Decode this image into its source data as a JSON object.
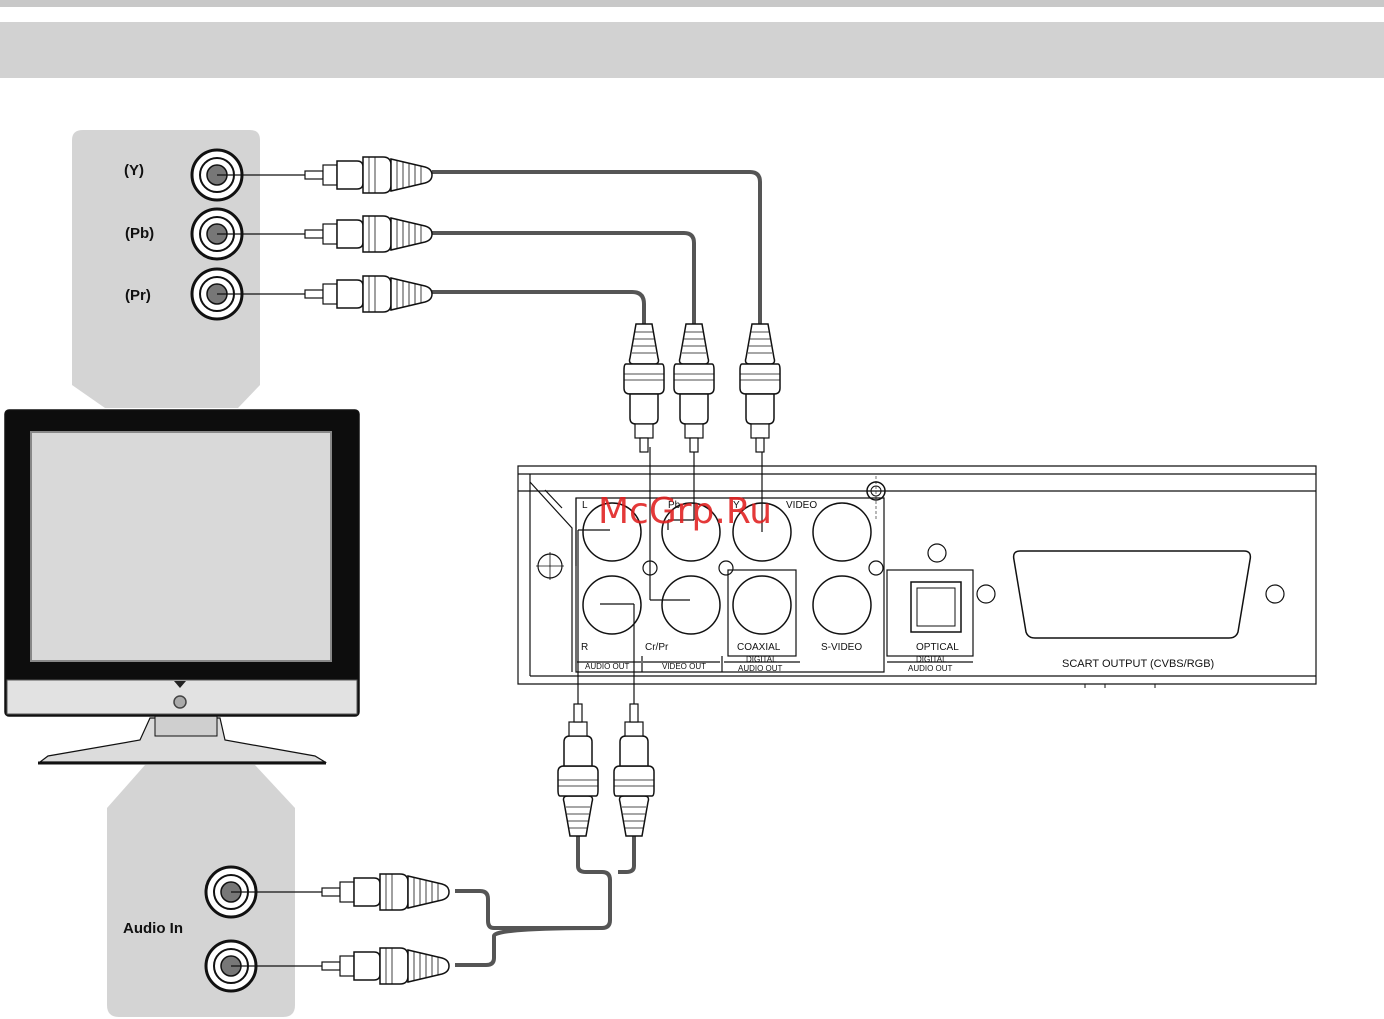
{
  "tv_component_inputs": [
    "(Y)",
    "(Pb)",
    "(Pr)"
  ],
  "tv_audio_label": "Audio In",
  "player": {
    "jack_labels": {
      "l": "L",
      "pb": "Pb",
      "y": "Y",
      "video": "VIDEO",
      "r": "R",
      "crpr": "Cr/Pr",
      "coaxial": "COAXIAL",
      "svideo": "S-VIDEO",
      "optical": "OPTICAL"
    },
    "group_labels": {
      "audio_out": "AUDIO OUT",
      "video_out": "VIDEO OUT",
      "digital_coax_1": "DIGITAL",
      "digital_coax_2": "AUDIO OUT",
      "digital_opt_1": "DIGITAL",
      "digital_opt_2": "AUDIO OUT",
      "scart": "SCART OUTPUT (CVBS/RGB)"
    }
  },
  "watermark": "McGrp.Ru",
  "colors": {
    "header_band": "#d2d2d2",
    "panel_gray": "#d4d4d4",
    "cable": "#555555",
    "watermark": "#e01e1e"
  }
}
